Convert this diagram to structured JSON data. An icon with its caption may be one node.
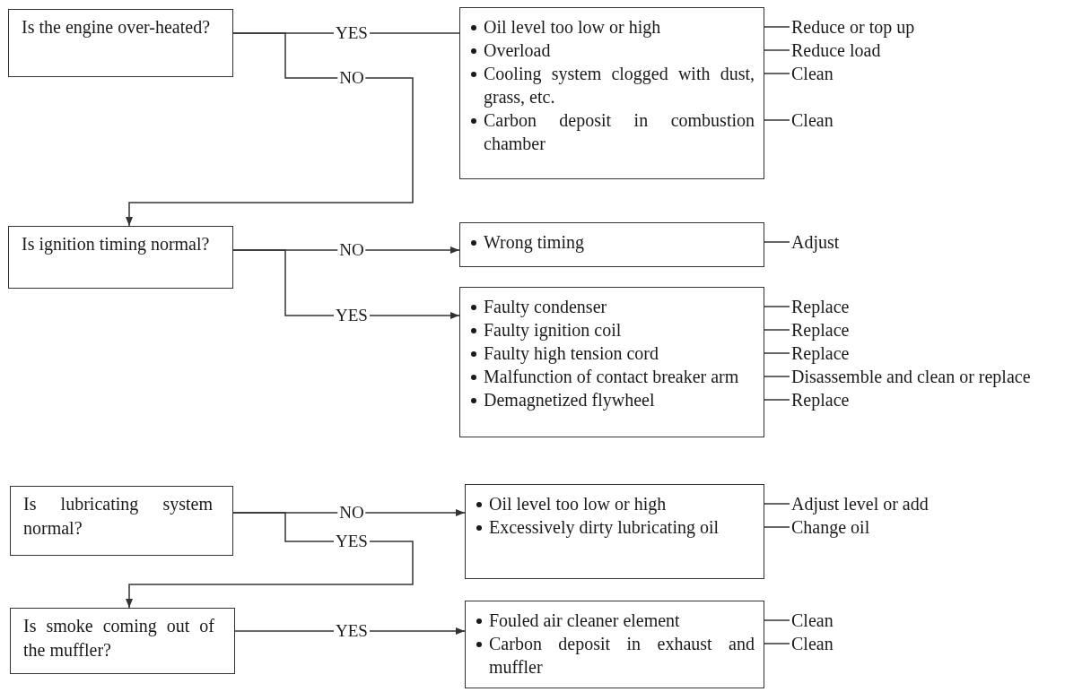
{
  "diagram": {
    "nodes": [
      {
        "text": [
          "Is the engine over-heated?"
        ]
      },
      {
        "text": [
          "Oil level too low or high",
          "Overload",
          "Cooling system clogged with dust, grass, etc.",
          "Carbon deposit in combustion chamber"
        ]
      },
      {
        "text": [
          "Reduce or top up"
        ]
      },
      {
        "text": [
          "Reduce load"
        ]
      },
      {
        "text": [
          "Clean"
        ]
      },
      {
        "text": [
          "Clean"
        ]
      },
      {
        "text": [
          "Is ignition timing normal?"
        ]
      },
      {
        "text": [
          "Wrong timing"
        ]
      },
      {
        "text": [
          "Adjust"
        ]
      },
      {
        "text": [
          "Faulty condenser",
          "Faulty ignition coil",
          "Faulty high tension cord",
          "Malfunction of contact breaker arm",
          "Demagnetized flywheel"
        ]
      },
      {
        "text": [
          "Replace"
        ]
      },
      {
        "text": [
          "Replace"
        ]
      },
      {
        "text": [
          "Replace"
        ]
      },
      {
        "text": [
          "Disassemble and clean or replace"
        ]
      },
      {
        "text": [
          "Replace"
        ]
      },
      {
        "text": [
          "Is lubricating system normal?"
        ]
      },
      {
        "text": [
          "Oil level too low or high",
          "Excessively dirty lubricating oil"
        ]
      },
      {
        "text": [
          "Adjust level or add"
        ]
      },
      {
        "text": [
          "Change oil"
        ]
      },
      {
        "text": [
          "Is smoke coming out of the muffler?"
        ]
      },
      {
        "text": [
          "Fouled air cleaner element",
          "Carbon deposit in exhaust and muffler"
        ]
      },
      {
        "text": [
          "Clean"
        ]
      },
      {
        "text": [
          "Clean"
        ]
      }
    ],
    "edges": [
      {
        "from": 0,
        "to": 1,
        "arrow": "none",
        "label": "YES"
      },
      {
        "from": 0,
        "to": 6,
        "arrow": "to",
        "label": "NO"
      },
      {
        "from": 1,
        "to": 2,
        "arrow": "none"
      },
      {
        "from": 1,
        "to": 3,
        "arrow": "none"
      },
      {
        "from": 1,
        "to": 4,
        "arrow": "none"
      },
      {
        "from": 1,
        "to": 5,
        "arrow": "none"
      },
      {
        "from": 6,
        "to": 7,
        "arrow": "to",
        "label": "NO"
      },
      {
        "from": 6,
        "to": 9,
        "arrow": "to",
        "label": "YES"
      },
      {
        "from": 7,
        "to": 8,
        "arrow": "none"
      },
      {
        "from": 9,
        "to": 10,
        "arrow": "none"
      },
      {
        "from": 9,
        "to": 11,
        "arrow": "none"
      },
      {
        "from": 9,
        "to": 12,
        "arrow": "none"
      },
      {
        "from": 9,
        "to": 13,
        "arrow": "none"
      },
      {
        "from": 9,
        "to": 14,
        "arrow": "none"
      },
      {
        "from": 15,
        "to": 16,
        "arrow": "to",
        "label": "NO"
      },
      {
        "from": 15,
        "to": 19,
        "arrow": "to",
        "label": "YES"
      },
      {
        "from": 16,
        "to": 17,
        "arrow": "none"
      },
      {
        "from": 16,
        "to": 18,
        "arrow": "none"
      },
      {
        "from": 19,
        "to": 20,
        "arrow": "to",
        "label": "YES"
      },
      {
        "from": 20,
        "to": 21,
        "arrow": "none"
      },
      {
        "from": 20,
        "to": 22,
        "arrow": "none"
      }
    ]
  }
}
